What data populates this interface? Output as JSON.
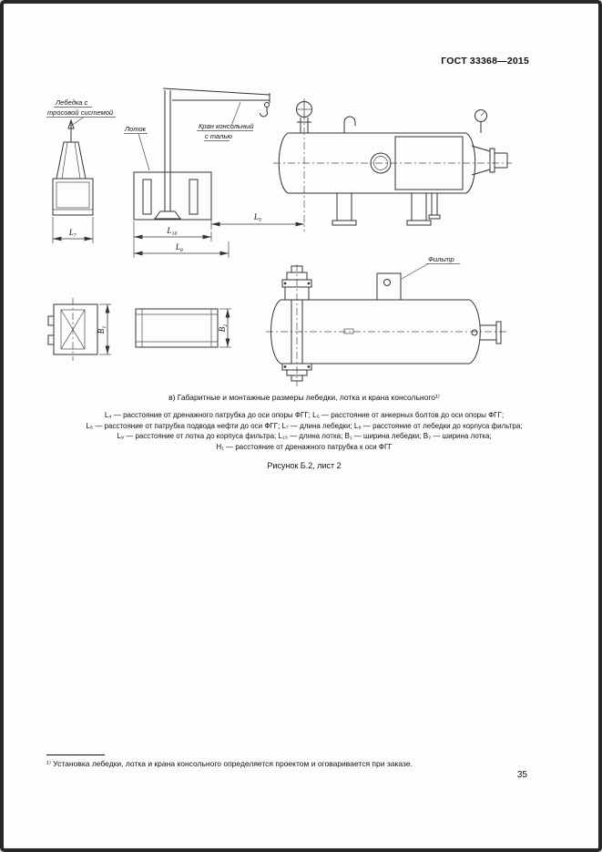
{
  "page": {
    "header": "ГОСТ 33368—2015",
    "number": "35"
  },
  "drawing": {
    "labels": {
      "winch_line1": "Лебедка с",
      "winch_line2": "тросовой системой",
      "tray": "Лоток",
      "crane_line1": "Кран консольный",
      "crane_line2": "с талью",
      "filter": "Фильтр"
    },
    "dims": {
      "l7": "L₇",
      "l8": "L₈",
      "l9": "L₉",
      "l10": "L₁₀",
      "b1": "B₁",
      "b2": "B₂"
    }
  },
  "caption": "в) Габаритные и монтажные размеры лебедки, лотка и крана консольного¹⁾",
  "legend": {
    "lines": [
      "L₄ — расстояние от дренажного патрубка до оси опоры ФГГ; L₅ — расстояние от анкерных болтов до оси опоры ФГГ;",
      "L₆ — расстояние от патрубка подвода нефти до оси ФГГ; L₇ — длина лебедки; L₈ — расстояние от лебедки до корпуса фильтра;",
      "L₉ — расстояние от лотка до корпуса фильтра; L₁₀ — длина лотка; B₁ — ширина лебедки; B₂ — ширина лотка;",
      "H₁ — расстояние от дренажного патрубка к оси ФГГ"
    ]
  },
  "figure_label": "Рисунок Б.2, лист 2",
  "footnote": "¹⁾ Установка лебедки, лотка и крана консольного определяется проектом и оговаривается при заказе."
}
